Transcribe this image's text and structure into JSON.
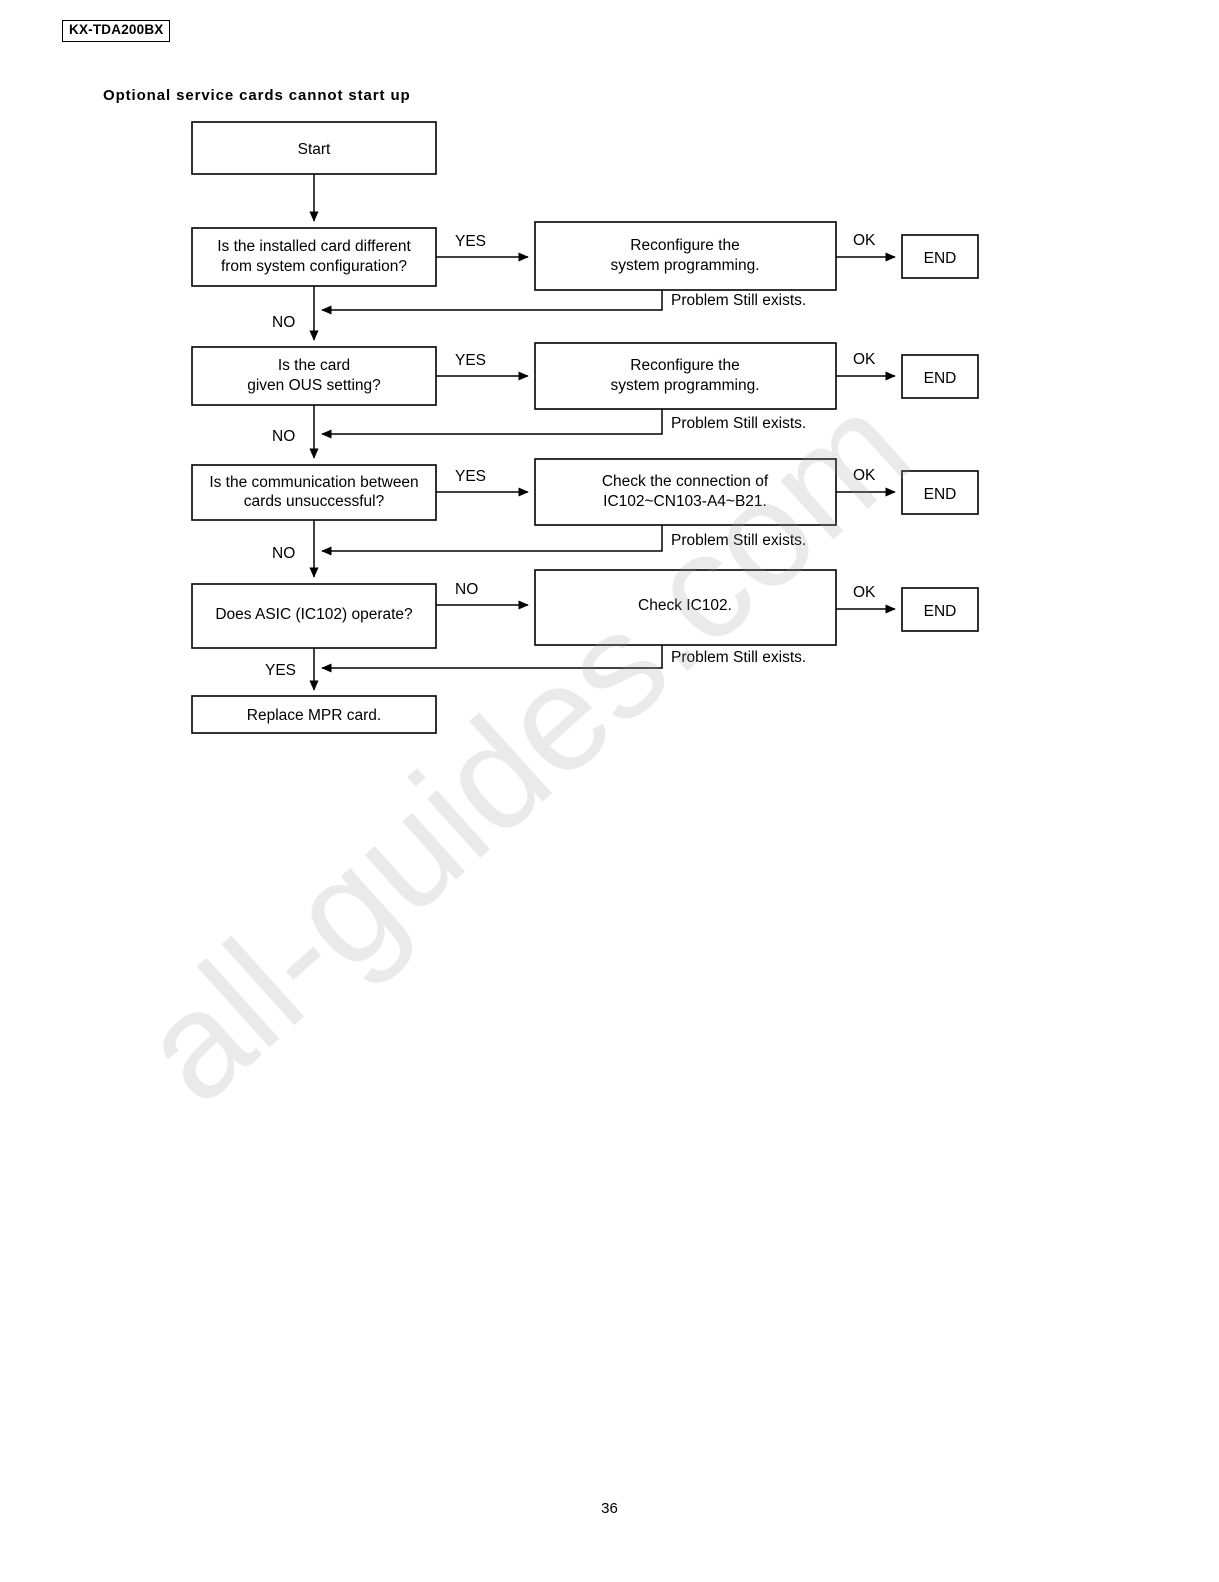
{
  "document": {
    "model_badge": "KX-TDA200BX",
    "section_title": "Optional service cards cannot start up",
    "page_number": "36",
    "watermark_text": "all-guides.com"
  },
  "flowchart": {
    "type": "troubleshooting-flowchart",
    "start_label": "Start",
    "final_label": "Replace MPR card.",
    "end_label": "END",
    "feedback_label": "Problem Still exists.",
    "ok_label": "OK",
    "steps": [
      {
        "question": "Is the installed card different",
        "question_line2": "from system configuration?",
        "branch_label": "YES",
        "action": "Reconfigure the",
        "action_line2": "system programming.",
        "exit_label": "NO",
        "result_label": "OK",
        "result": "END",
        "feedback": "Problem Still exists."
      },
      {
        "question": "Is the card",
        "question_line2": "given OUS setting?",
        "branch_label": "YES",
        "action": "Reconfigure the",
        "action_line2": "system programming.",
        "exit_label": "NO",
        "result_label": "OK",
        "result": "END",
        "feedback": "Problem Still exists."
      },
      {
        "question": "Is the communication between",
        "question_line2": "cards unsuccessful?",
        "branch_label": "YES",
        "action": "Check the connection of",
        "action_line2": "IC102~CN103-A4~B21.",
        "exit_label": "NO",
        "result_label": "OK",
        "result": "END",
        "feedback": "Problem Still exists."
      },
      {
        "question": "Does ASIC (IC102) operate?",
        "question_line2": "",
        "branch_label": "NO",
        "action": "Check IC102.",
        "action_line2": "",
        "exit_label": "YES",
        "result_label": "OK",
        "result": "END",
        "feedback": "Problem Still exists."
      }
    ]
  },
  "colors": {
    "ink": "#000000",
    "paper": "#ffffff",
    "watermark": "#9c9c9c"
  }
}
